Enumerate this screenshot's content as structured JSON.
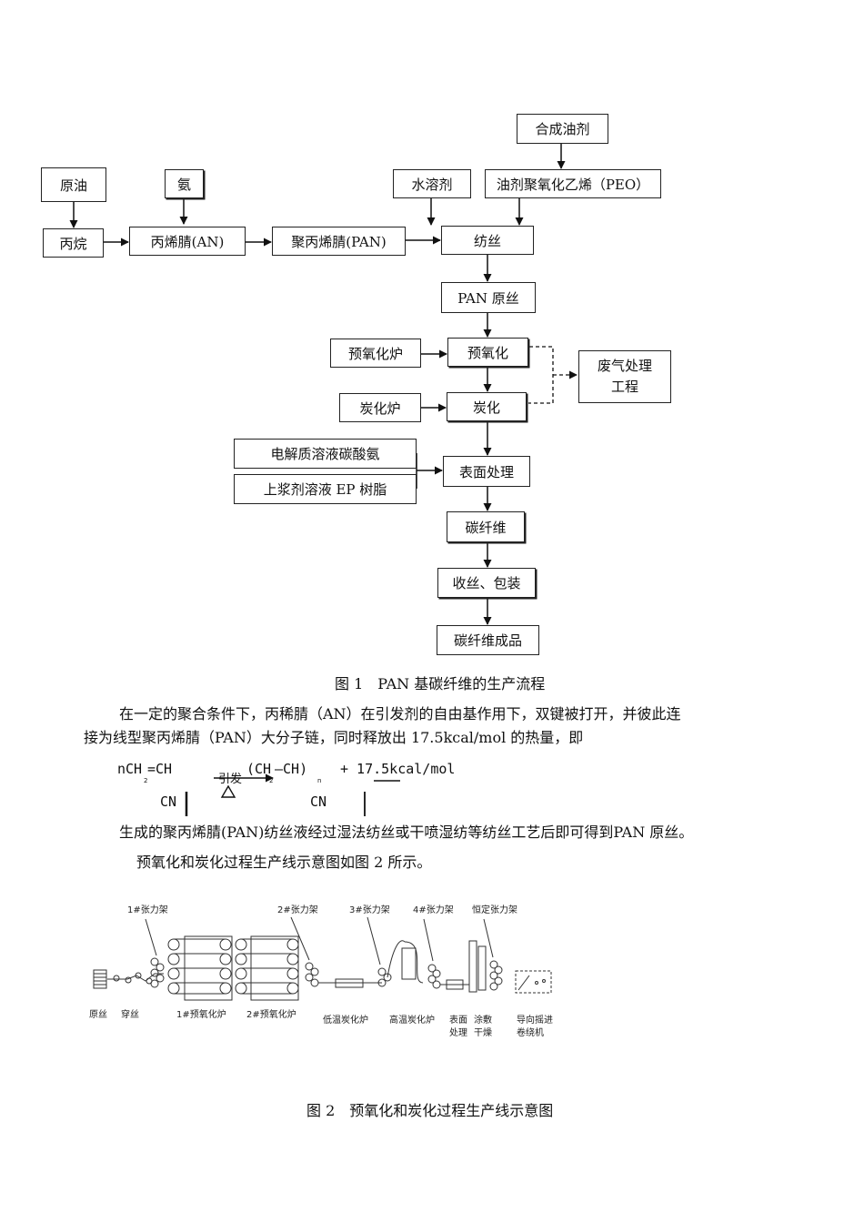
{
  "flow": {
    "crude_oil": "原油",
    "ammonia": "氨",
    "propane": "丙烷",
    "acrylonitrile": "丙烯腈(AN)",
    "pan": "聚丙烯腈(PAN)",
    "water_solvent": "水溶剂",
    "synthetic_oil": "合成油剂",
    "oil_peo": "油剂聚氧化乙烯（PEO）",
    "spinning": "纺丝",
    "pan_precursor": "PAN 原丝",
    "preox_furnace": "预氧化炉",
    "preoxidation": "预氧化",
    "waste_gas_1": "废气处理",
    "waste_gas_2": "工程",
    "carb_furnace": "炭化炉",
    "carbonization": "炭化",
    "electrolyte": "电解质溶液碳酸氨",
    "sizing": "上浆剂溶液 EP 树脂",
    "surface": "表面处理",
    "carbon_fiber": "碳纤维",
    "winding": "收丝、包装",
    "product": "碳纤维成品"
  },
  "caption1": "图 1　PAN 基碳纤维的生产流程",
  "para1_line1": "在一定的聚合条件下，丙稀腈（AN）在引发剂的自由基作用下，双键被打开，并彼此连",
  "para1_line2": "接为线型聚丙烯腈（PAN）大分子链，同时释放出 17.5kcal/mol 的热量，即",
  "equation": {
    "left": "nCH",
    "left_sub": "2",
    "left_rest": "=CH",
    "initiator": "引发",
    "right": "(CH",
    "right_sub": "2",
    "right_rest": "—CH)",
    "n_sub": "n",
    "heat": "+ 17.5kcal/mol",
    "cn_left": "CN",
    "cn_right": "CN"
  },
  "para2": "生成的聚丙烯腈(PAN)纺丝液经过湿法纺丝或干喷湿纺等纺丝工艺后即可得到PAN 原丝。",
  "para3": "预氧化和炭化过程生产线示意图如图 2 所示。",
  "fig2_labels": {
    "t1": "1#张力架",
    "t2": "2#张力架",
    "t3": "3#张力架",
    "t4": "4#张力架",
    "t5": "恒定张力架",
    "raw": "原丝",
    "threading": "穿丝",
    "f1": "1#预氧化炉",
    "f2": "2#预氧化炉",
    "low_carb": "低温炭化炉",
    "high_carb": "高温炭化炉",
    "surface1": "表面",
    "surface2": "处理",
    "sizing1": "涂敷",
    "sizing2": "干燥",
    "winder1": "导向摇进",
    "winder2": "卷绕机"
  },
  "caption2": "图 2　预氧化和炭化过程生产线示意图"
}
